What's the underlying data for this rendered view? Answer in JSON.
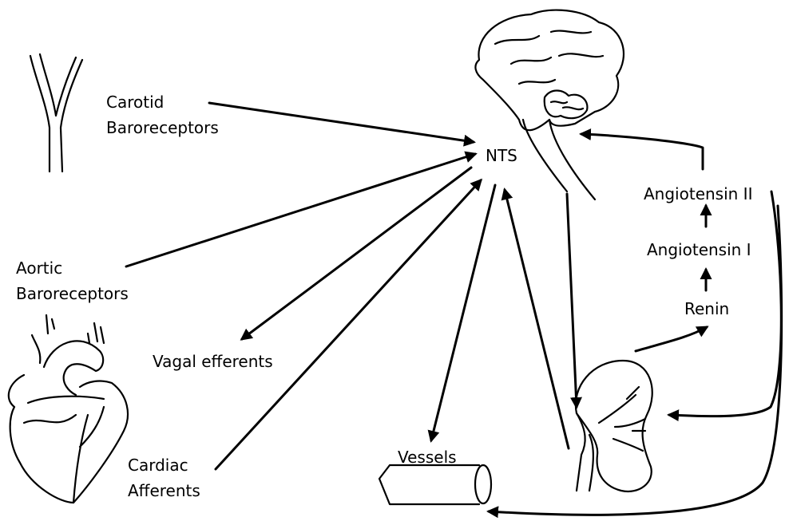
{
  "labels": {
    "carotid": [
      "Carotid",
      "Baroreceptors"
    ],
    "nts": "NTS",
    "aortic": [
      "Aortic",
      "Baroreceptors"
    ],
    "vagal": "Vagal efferents",
    "cardiac": [
      "Cardiac",
      "Afferents"
    ],
    "vessels": "Vessels",
    "renin": "Renin",
    "angiotensin_1": "Angiotensin I",
    "angiotensin_2": "Angiotensin II"
  },
  "icons": [
    "carotid-artery-icon",
    "brain-icon",
    "heart-icon",
    "kidney-icon",
    "vessel-icon"
  ],
  "colors": {
    "ink": "#000000",
    "background": "#ffffff"
  }
}
